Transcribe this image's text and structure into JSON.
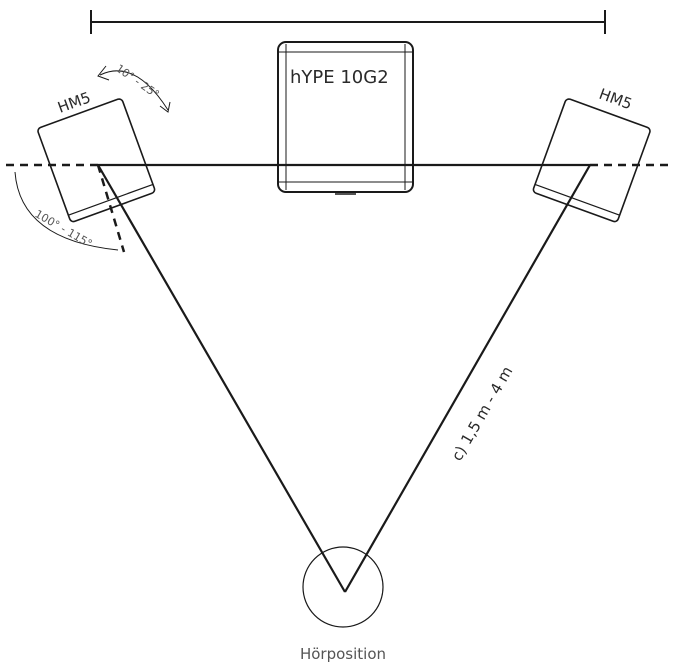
{
  "subwoofer": {
    "label": "hYPE 10G2"
  },
  "speaker_left": {
    "label": "HM5"
  },
  "speaker_right": {
    "label": "HM5"
  },
  "toe_in_angle": {
    "label": "10° - 25°"
  },
  "side_angle": {
    "label": "100° - 115°"
  },
  "distance": {
    "label": "c) 1,5 m - 4 m"
  },
  "listening_position": {
    "label": "Hörposition"
  },
  "colors": {
    "line": "#1a1a1a",
    "text": "#2a2a2a",
    "subtle": "#555555"
  }
}
